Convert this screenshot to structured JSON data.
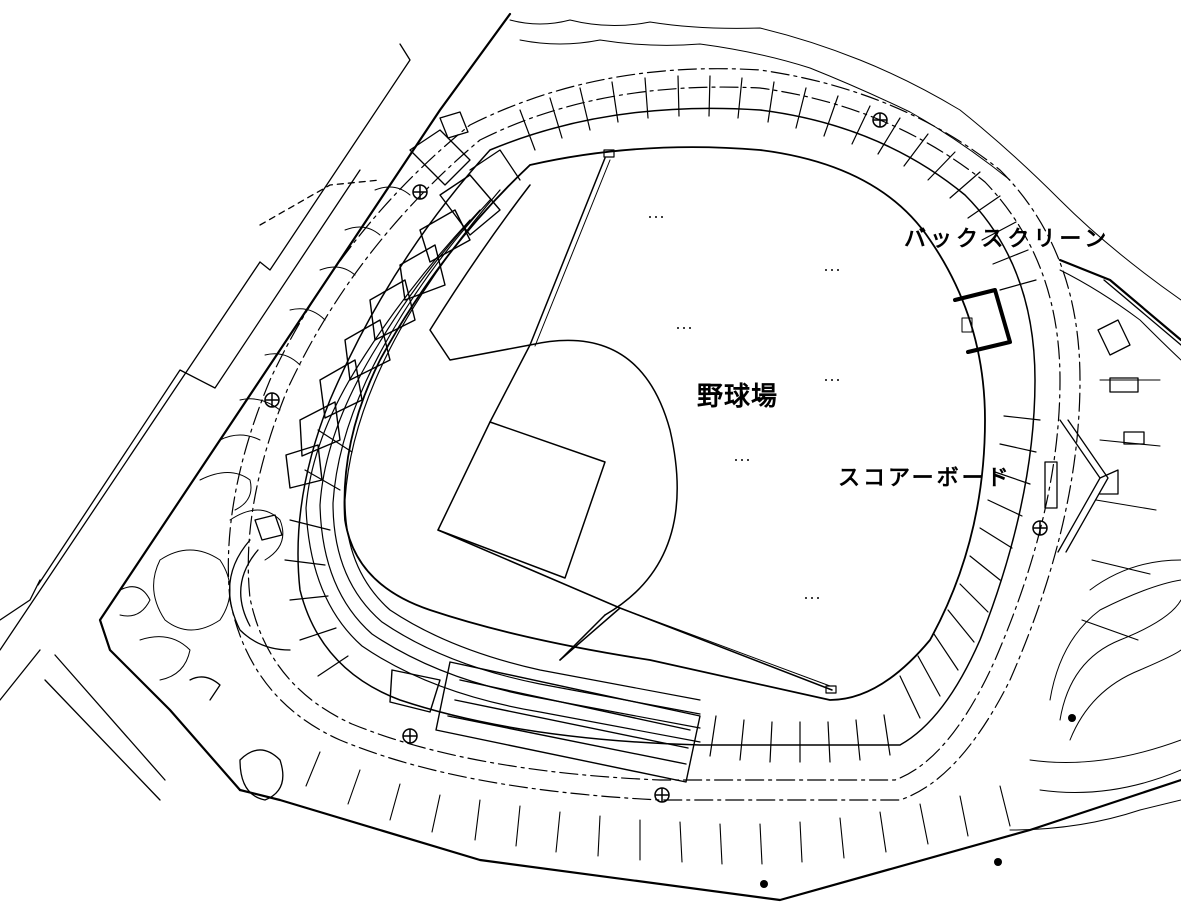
{
  "map": {
    "labels": {
      "back_screen": "バックスクリーン",
      "stadium": "野球場",
      "scoreboard": "スコアーボード"
    },
    "colors": {
      "ink": "#000000",
      "paper": "#ffffff"
    },
    "symbols": {
      "marker": "circle-cross-icon",
      "tree": "dot-icon"
    }
  }
}
